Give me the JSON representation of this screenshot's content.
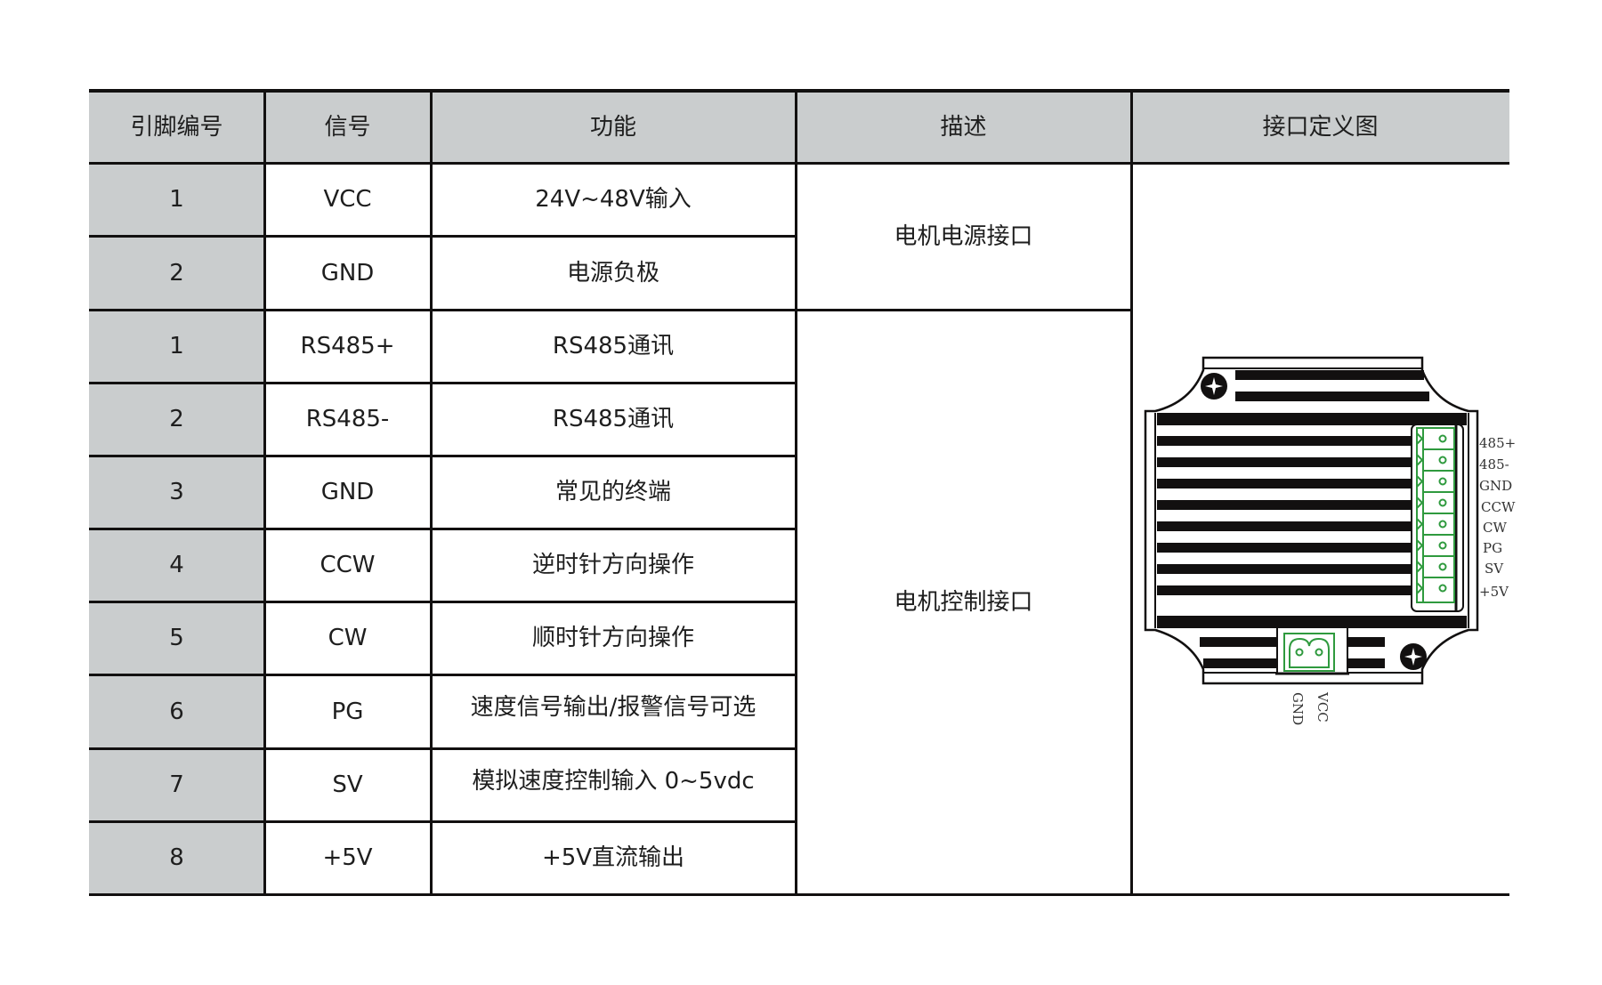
{
  "table": {
    "headers": [
      "引脚编号",
      "信号",
      "功能",
      "描述",
      "接口定义图"
    ],
    "groups": [
      {
        "description": "电机电源接口",
        "rows": [
          {
            "pin": "1",
            "signal": "VCC",
            "function": "24V~48V输入"
          },
          {
            "pin": "2",
            "signal": "GND",
            "function": "电源负极"
          }
        ]
      },
      {
        "description": "电机控制接口",
        "rows": [
          {
            "pin": "1",
            "signal": "RS485+",
            "function": "RS485通讯"
          },
          {
            "pin": "2",
            "signal": "RS485-",
            "function": "RS485通讯"
          },
          {
            "pin": "3",
            "signal": "GND",
            "function": "常见的终端"
          },
          {
            "pin": "4",
            "signal": "CCW",
            "function": "逆时针方向操作"
          },
          {
            "pin": "5",
            "signal": "CW",
            "function": "顺时针方向操作"
          },
          {
            "pin": "6",
            "signal": "PG",
            "function": "速度信号输出/报警信号可选"
          },
          {
            "pin": "7",
            "signal": "SV",
            "function": "模拟速度控制输入 0~5vdc"
          },
          {
            "pin": "8",
            "signal": "+5V",
            "function": "+5V直流输出"
          }
        ]
      }
    ]
  },
  "diagram": {
    "control_terminal_labels": [
      "485+",
      "485-",
      "GND",
      "CCW",
      "CW",
      "PG",
      "SV",
      "+5V"
    ],
    "power_terminal_labels": [
      "GND",
      "VCC"
    ],
    "colors": {
      "header_bg": "#cacdce",
      "terminal_green": "#2f9a3e",
      "line": "#121010"
    }
  }
}
